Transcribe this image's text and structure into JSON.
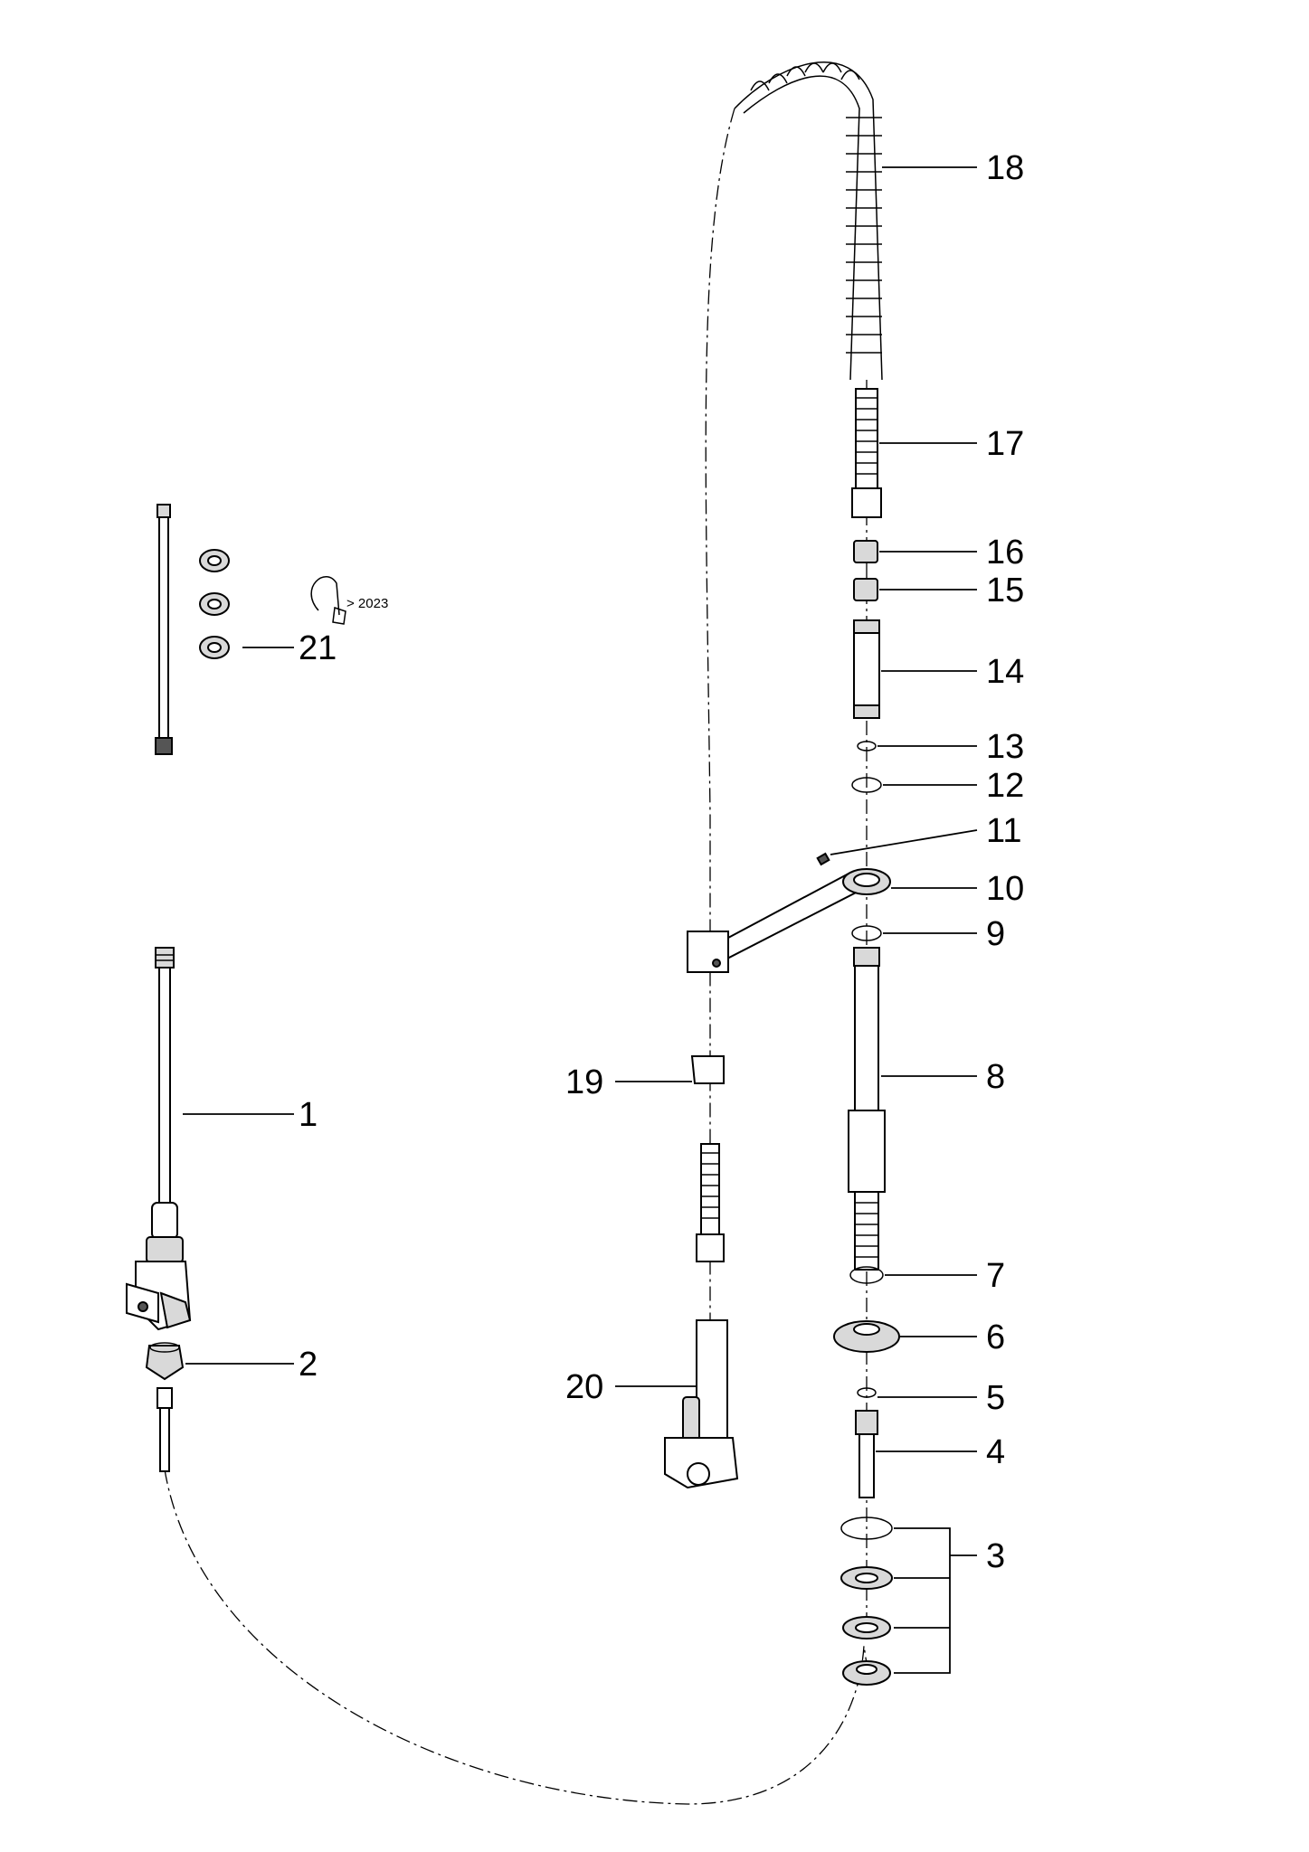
{
  "callouts": [
    "1",
    "2",
    "3",
    "4",
    "5",
    "6",
    "7",
    "8",
    "9",
    "10",
    "11",
    "12",
    "13",
    "14",
    "15",
    "16",
    "17",
    "18",
    "19",
    "20",
    "21"
  ],
  "accessory_note": "> 2023",
  "colors": {
    "line": "#000000",
    "background": "#ffffff",
    "fill": "#d9d9d9"
  }
}
